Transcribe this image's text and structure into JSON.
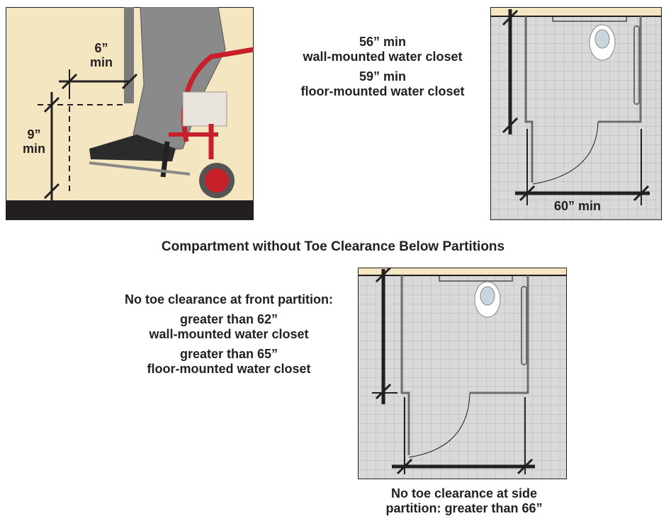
{
  "toe_clearance_detail": {
    "depth_label": "6”",
    "depth_unit": "min",
    "height_label": "9”",
    "height_unit": "min"
  },
  "with_toe_clearance": {
    "wall_mounted_line1": "56” min",
    "wall_mounted_line2": "wall-mounted water closet",
    "floor_mounted_line1": "59” min",
    "floor_mounted_line2": "floor-mounted water closet",
    "width_label": "60”  min"
  },
  "section_title": "Compartment without Toe Clearance Below Partitions",
  "without_toe_clearance": {
    "front_heading": "No toe clearance at front partition:",
    "wall_mounted_line1": "greater than 62”",
    "wall_mounted_line2": "wall-mounted water closet",
    "floor_mounted_line1": "greater than 65”",
    "floor_mounted_line2": "floor-mounted water closet",
    "side_line1": "No toe clearance at side",
    "side_line2": "partition: greater than 66”"
  },
  "colors": {
    "wall": "#f3e6c0",
    "floor_tile": "#d9d9d9",
    "grid": "#b5b5b5",
    "wheelchair": "#c8202a",
    "ink": "#231f20"
  }
}
